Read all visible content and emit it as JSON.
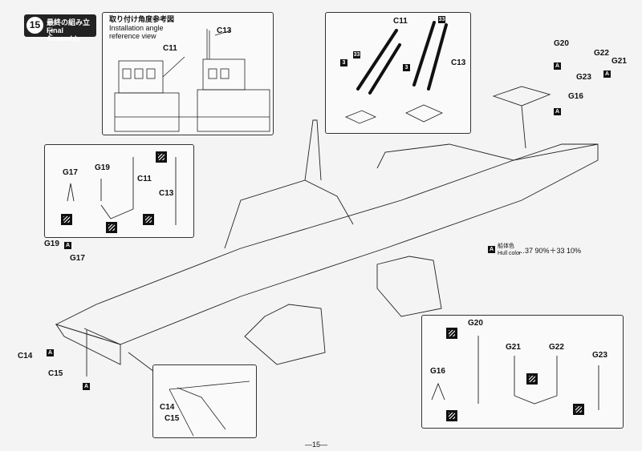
{
  "step": {
    "number": "15",
    "title_jp": "最終の組み立て",
    "title_en": "Final Assembly"
  },
  "reference": {
    "title_jp": "取り付け角度参考図",
    "title_en_1": "Installation angle",
    "title_en_2": "reference view",
    "labels": [
      "C13",
      "C11"
    ]
  },
  "mast_detail": {
    "labels": [
      "C11",
      "C13"
    ],
    "tags": [
      "33",
      "33",
      "3",
      "3"
    ]
  },
  "left_detail": {
    "labels": [
      "G17",
      "G19",
      "C11",
      "C13"
    ]
  },
  "helicopter_parts": {
    "labels": [
      "G20",
      "G22",
      "G21",
      "G23",
      "G16"
    ],
    "tags": [
      "A",
      "A",
      "A"
    ]
  },
  "bow_parts": {
    "labels": [
      "G19",
      "G17",
      "C14",
      "C15"
    ],
    "tags": [
      "A",
      "A",
      "A"
    ]
  },
  "inset_bow": {
    "labels": [
      "C14",
      "C15"
    ]
  },
  "color_note": {
    "tag": "A",
    "label_jp": "船体色",
    "label_en": "Hull color",
    "value": "…37 90%＋33 10%"
  },
  "right_detail": {
    "labels": [
      "G20",
      "G16",
      "G21",
      "G22",
      "G23"
    ]
  },
  "page_number": "—15—",
  "colors": {
    "ink": "#111111",
    "paper": "#f4f4f4",
    "header": "#222222"
  }
}
